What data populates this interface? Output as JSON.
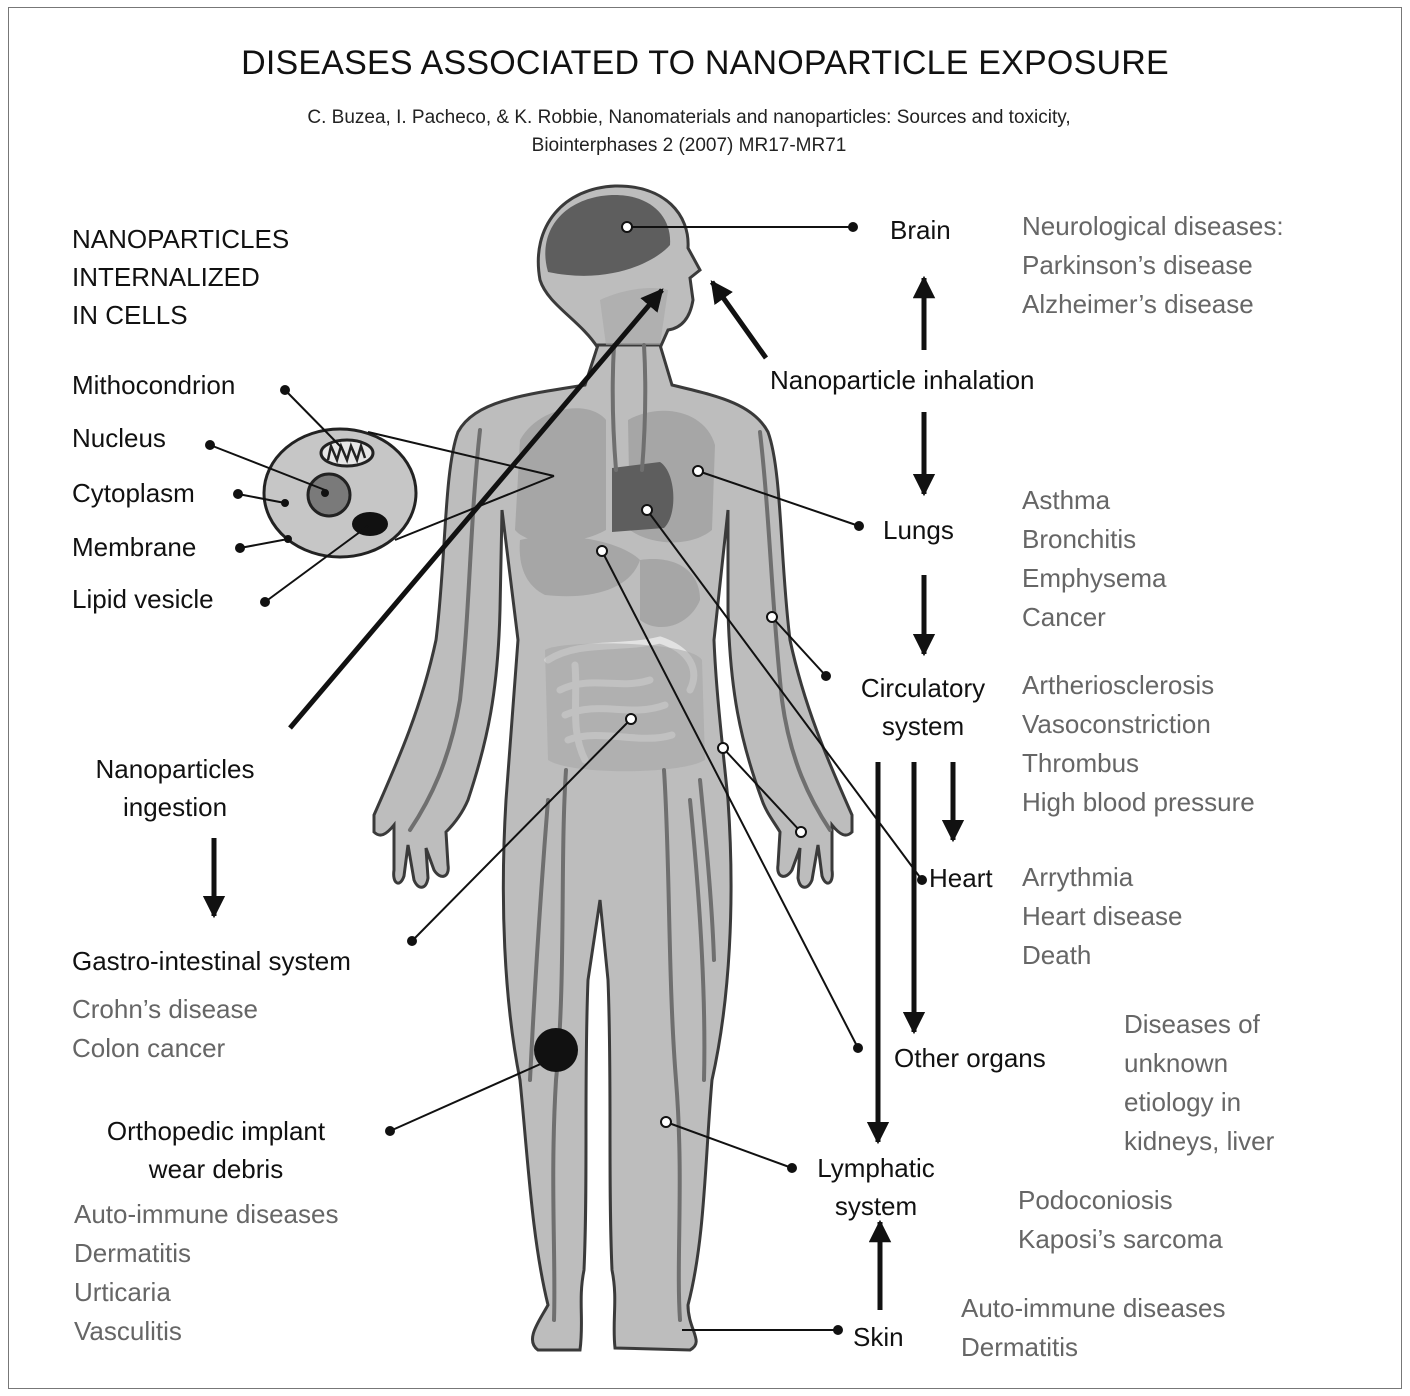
{
  "title": "DISEASES ASSOCIATED TO NANOPARTICLE EXPOSURE",
  "citation": {
    "line1": "C. Buzea, I. Pacheco, & K. Robbie, Nanomaterials and nanoparticles: Sources and toxicity,",
    "line2": "Biointerphases 2 (2007) MR17-MR71"
  },
  "cells": {
    "heading": [
      "NANOPARTICLES",
      "INTERNALIZED",
      "IN CELLS"
    ],
    "parts": [
      "Mithocondrion",
      "Nucleus",
      "Cytoplasm",
      "Membrane",
      "Lipid vesicle"
    ]
  },
  "exposure": {
    "inhalation": "Nanoparticle inhalation",
    "ingestion": [
      "Nanoparticles",
      "ingestion"
    ],
    "implant": [
      "Orthopedic implant",
      "wear debris"
    ]
  },
  "organs": {
    "brain": "Brain",
    "lungs": "Lungs",
    "circulatory": [
      "Circulatory",
      "system"
    ],
    "heart": "Heart",
    "other": "Other organs",
    "lymphatic": [
      "Lymphatic",
      "system"
    ],
    "skin": "Skin",
    "gi": "Gastro-intestinal system"
  },
  "diseases": {
    "brain": [
      "Neurological diseases:",
      "Parkinson’s disease",
      "Alzheimer’s disease"
    ],
    "lungs": [
      "Asthma",
      "Bronchitis",
      "Emphysema",
      "Cancer"
    ],
    "circulatory": [
      "Artheriosclerosis",
      "Vasoconstriction",
      "Thrombus",
      "High blood pressure"
    ],
    "heart": [
      "Arrythmia",
      "Heart disease",
      "Death"
    ],
    "other": [
      "Diseases of",
      "unknown",
      "etiology in",
      "kidneys, liver"
    ],
    "lymphatic": [
      "Podoconiosis",
      "Kaposi’s sarcoma"
    ],
    "skin": [
      "Auto-immune diseases",
      "Dermatitis"
    ],
    "gi": [
      "Crohn’s disease",
      "Colon cancer"
    ],
    "implant": [
      "Auto-immune diseases",
      "Dermatitis",
      "Urticaria",
      "Vasculitis"
    ]
  },
  "colors": {
    "body": "#bdbdbd",
    "body_outline": "#3a3a3a",
    "organ_dark": "#5e5e5e",
    "organ_mid": "#a6a6a6",
    "vessel": "#6f6f6f",
    "disease_text": "#666666",
    "label_text": "#111111"
  }
}
